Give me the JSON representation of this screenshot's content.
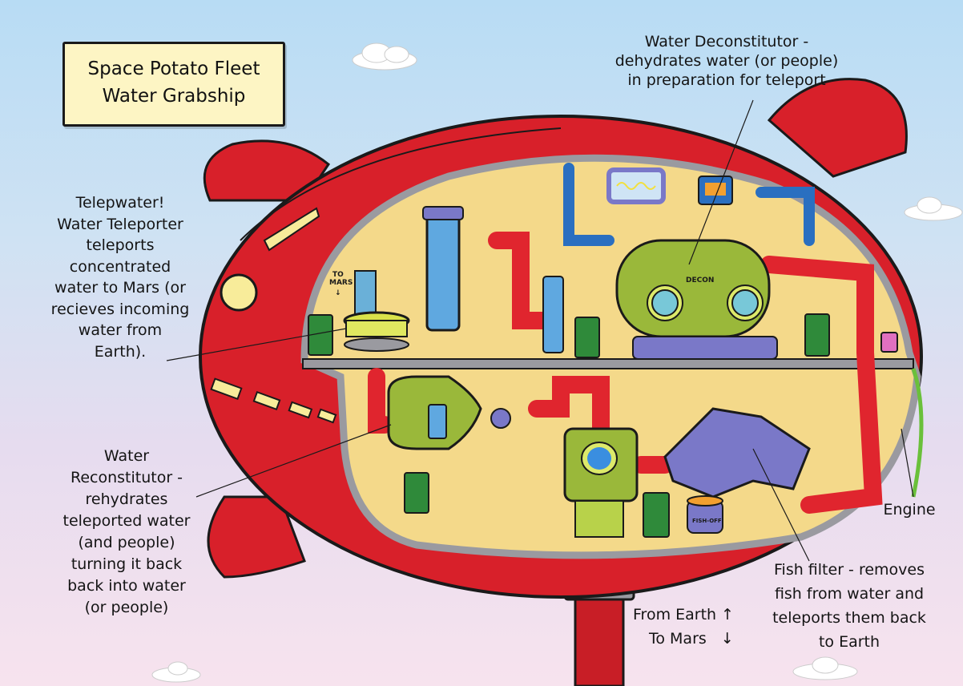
{
  "title": {
    "line1": "Space Potato Fleet",
    "line2": "Water Grabship"
  },
  "labels": {
    "deconstitutor": [
      "Water Deconstitutor -",
      "dehydrates water (or people)",
      "in preparation for teleport"
    ],
    "teleporter": [
      "Telepwater!",
      "Water Teleporter",
      "teleports",
      "concentrated",
      "water to Mars (or",
      "recieves incoming",
      "water from",
      "Earth)."
    ],
    "reconstitutor": [
      "Water",
      "Reconstitutor -",
      "rehydrates",
      "teleported water",
      "(and people)",
      "turning it back",
      "back into water",
      "(or people)"
    ],
    "fish_filter": [
      "Fish filter - removes",
      "fish from water and",
      "teleports them back",
      "to Earth"
    ],
    "engine": "Engine",
    "direction": {
      "from_earth": "From Earth",
      "from_earth_arrow": "↑",
      "to_mars": "To Mars",
      "to_mars_arrow": "↓"
    }
  },
  "inner_text": {
    "to_mars_sign": [
      "TO",
      "MARS"
    ],
    "to_mars_arrow": "↓",
    "decon": "DECON",
    "fish_off": "FISH-OFF"
  },
  "colors": {
    "hull": "#d8202a",
    "interior": "#f4d98a",
    "pipe_red": "#e0252e",
    "pipe_blue": "#2a6fc0",
    "machine_green": "#9ab83a",
    "machine_purple": "#7a78c8",
    "bin_green": "#2f8a3a"
  }
}
